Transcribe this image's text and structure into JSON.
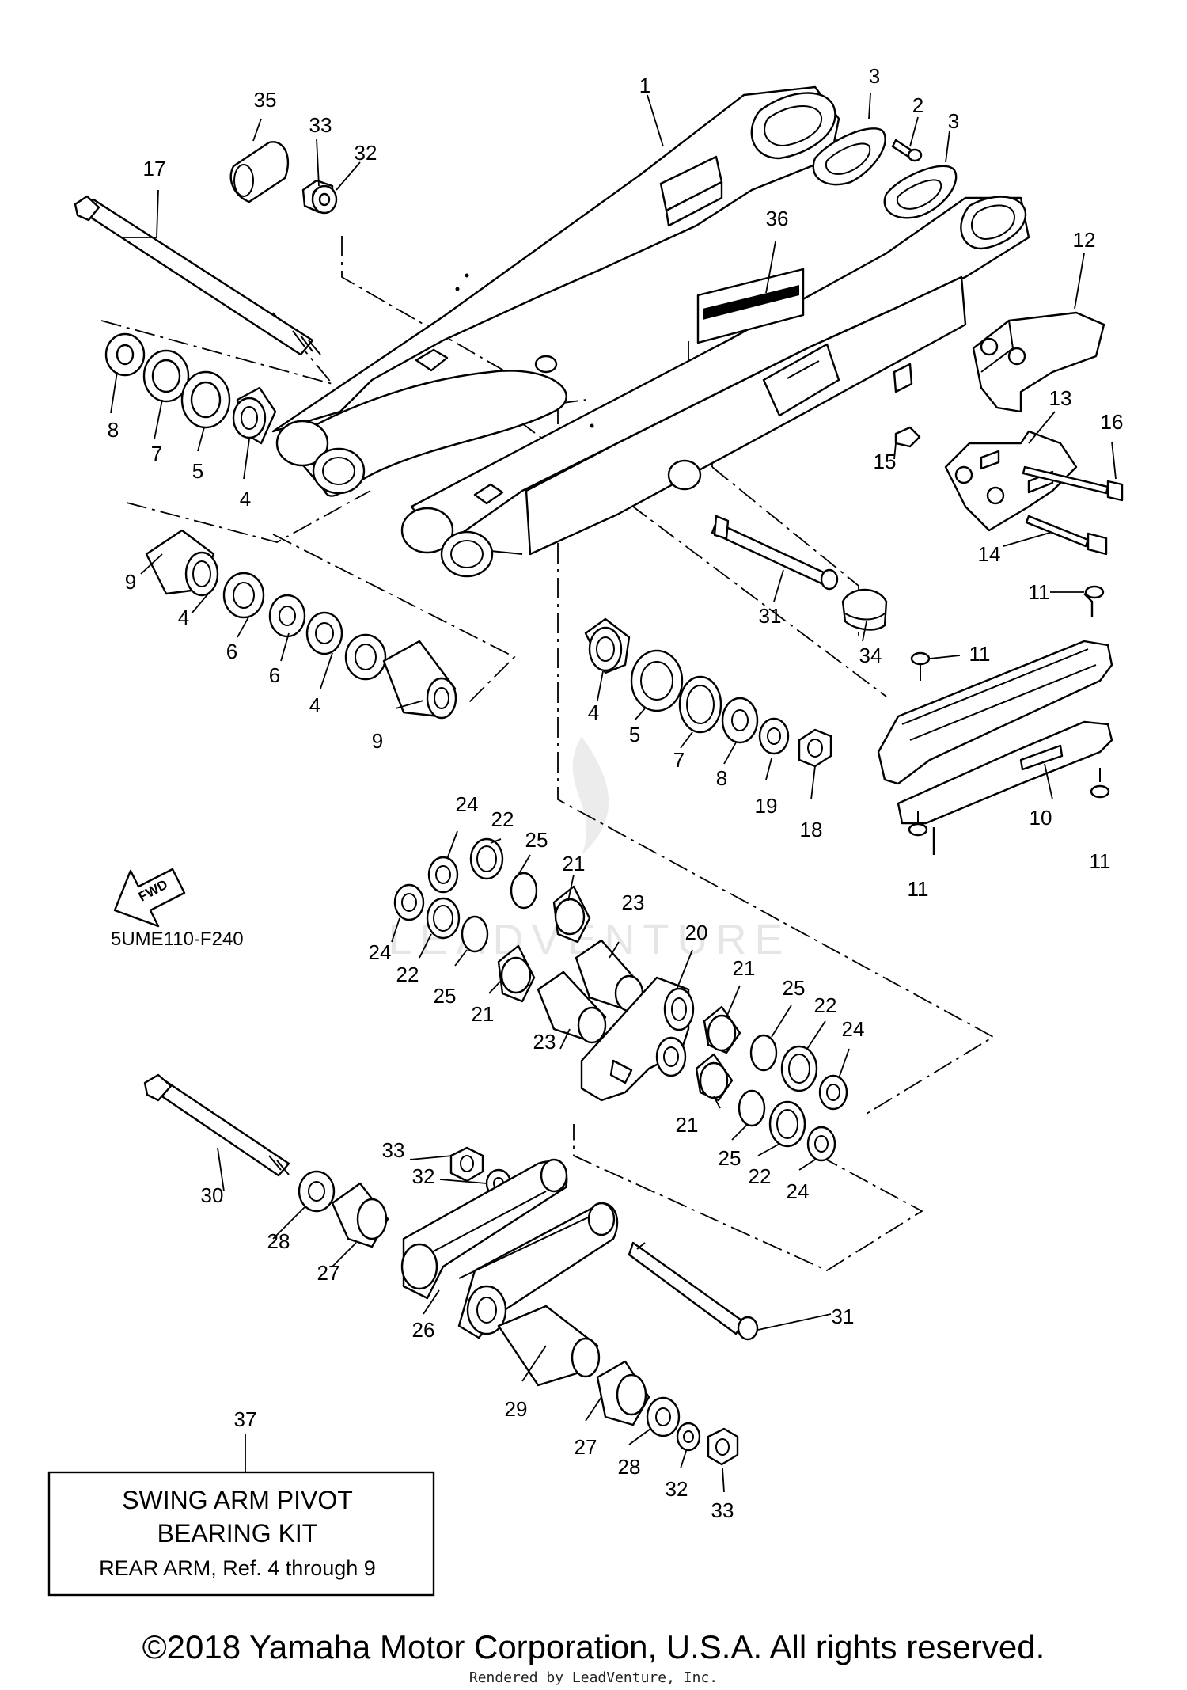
{
  "diagram": {
    "code": "5UME110-F240",
    "fwd_label": "FWD",
    "kit_box": {
      "ref": "37",
      "line1": "SWING ARM PIVOT",
      "line2": "BEARING KIT",
      "line3": "REAR ARM, Ref. 4 through 9"
    },
    "copyright": "©2018 Yamaha Motor Corporation, U.S.A. All rights reserved.",
    "rendered_by": "Rendered by LeadVenture, Inc.",
    "watermark": "LEADVENTURE",
    "callouts": {
      "c1": "1",
      "c2": "2",
      "c3a": "3",
      "c3b": "3",
      "c4a": "4",
      "c4b": "4",
      "c4c": "4",
      "c4d": "4",
      "c5a": "5",
      "c5b": "5",
      "c6a": "6",
      "c6b": "6",
      "c7a": "7",
      "c7b": "7",
      "c8a": "8",
      "c8b": "8",
      "c9a": "9",
      "c9b": "9",
      "c10": "10",
      "c11a": "11",
      "c11b": "11",
      "c11c": "11",
      "c11d": "11",
      "c12": "12",
      "c13": "13",
      "c14": "14",
      "c15": "15",
      "c16": "16",
      "c17": "17",
      "c18": "18",
      "c19": "19",
      "c20": "20",
      "c21a": "21",
      "c21b": "21",
      "c21c": "21",
      "c21d": "21",
      "c22a": "22",
      "c22b": "22",
      "c22c": "22",
      "c22d": "22",
      "c23a": "23",
      "c23b": "23",
      "c24a": "24",
      "c24b": "24",
      "c24c": "24",
      "c24d": "24",
      "c25a": "25",
      "c25b": "25",
      "c25c": "25",
      "c25d": "25",
      "c26": "26",
      "c27a": "27",
      "c27b": "27",
      "c28a": "28",
      "c28b": "28",
      "c29": "29",
      "c30": "30",
      "c31a": "31",
      "c31b": "31",
      "c32a": "32",
      "c32b": "32",
      "c32c": "32",
      "c33a": "33",
      "c33b": "33",
      "c33c": "33",
      "c34": "34",
      "c35": "35",
      "c36": "36",
      "c37": "37"
    }
  }
}
